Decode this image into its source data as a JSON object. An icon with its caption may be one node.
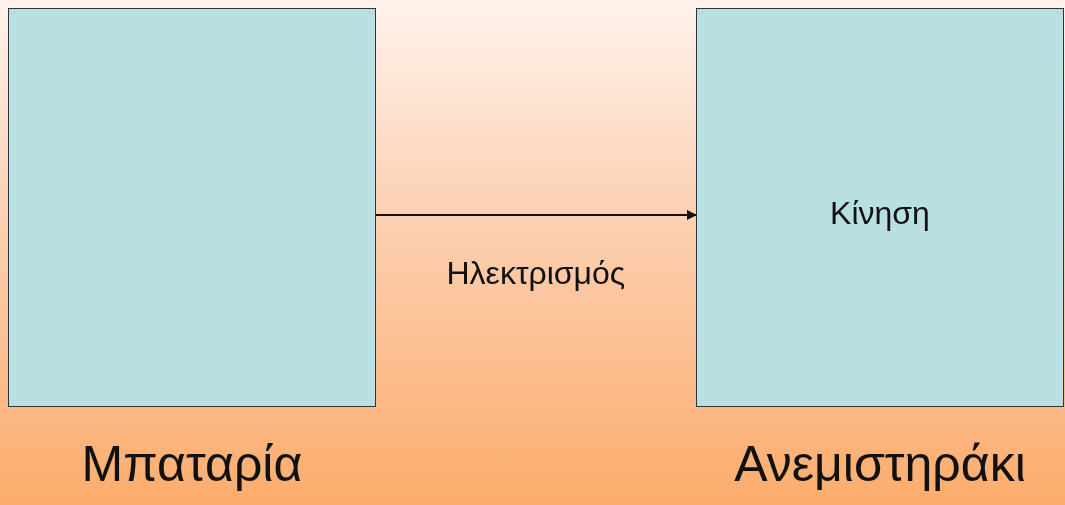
{
  "diagram": {
    "nodes": [
      {
        "text": [
          "Μπαταρία"
        ]
      },
      {
        "text": [
          "Κίνηση",
          "Ανεμιστηράκι"
        ]
      }
    ],
    "edges": [
      {
        "from": 0,
        "to": 1,
        "arrow": "to",
        "label": "Ηλεκτρισμός"
      }
    ]
  }
}
